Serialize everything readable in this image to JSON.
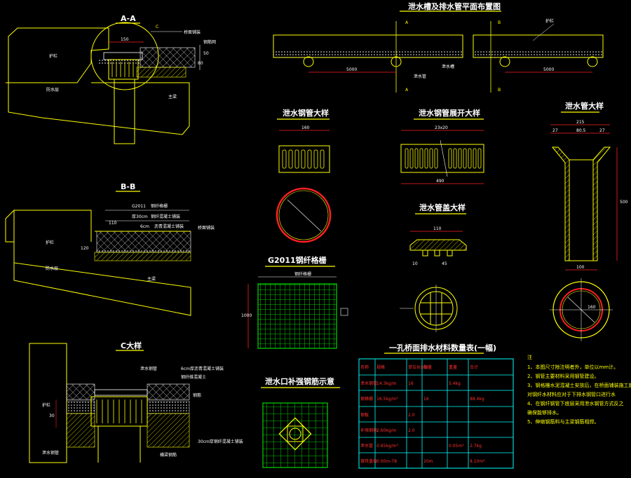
{
  "colors": {
    "background": "#000000",
    "yellow": "#ffff00",
    "cyan": "#00ffff",
    "red": "#ff2020",
    "green": "#00ff00",
    "white": "#ffffff",
    "magenta": "#ff00ff"
  },
  "titles": {
    "section_aa": "A-A",
    "section_bb": "B-B",
    "detail_c": "C大样",
    "plan_view": "泄水槽及排水管平面布置图",
    "steel_pipe_detail": "泄水钢管大样",
    "steel_pipe_unfold": "泄水钢管展开大样",
    "drain_pipe_detail": "泄水管大样",
    "cover_detail": "泄水管盖大样",
    "grid_g2011": "G2011钢纤格栅",
    "inlet_grid": "泄水口补强钢筋示意",
    "quantity_table": "一孔桥面排水材料数量表(一幅)",
    "notes_head": "注"
  },
  "labels": {
    "sidewalk_aa": "护栏",
    "main_girder_aa": "主梁",
    "deck_pave_aa": "桥面铺装",
    "waterproof_aa": "防水层",
    "anchor_aa": "钢筋网",
    "bridge_face_aa": "桥面铺装",
    "c_mark": "C",
    "dim_150": "150",
    "dim_50": "50",
    "dim_80": "80",
    "sidewalk_bb": "护栏",
    "main_girder_bb": "主梁",
    "g2011_bb": "G2011",
    "g2011_note": "钢纤格栅",
    "thick30": "厚30cm",
    "thick30_note": "钢纤混凝土铺装",
    "thick6": "6cm",
    "thick6_note": "沥青混凝土铺装",
    "waterproof_bb": "防水层",
    "bridge_face_bb": "桥面铺装",
    "dim_110": "110",
    "dim_120": "120",
    "sidewalk_c": "护栏",
    "steel_pipe_c": "泄水钢管",
    "asphalt_c": "6cm厚沥青混凝土铺装",
    "concrete_c": "钢纤维混凝土",
    "steel_c": "钢筋",
    "deck_c": "30cm厚钢纤混凝土铺装",
    "drain_c": "泄水钢管",
    "bottom_c": "横梁钢筋",
    "dim_30": "30",
    "plan_a": "A",
    "plan_b": "B",
    "plan_5000_a": "5000",
    "plan_5000_b": "5000",
    "plan_drain": "泄水管",
    "plan_slot": "泄水槽",
    "plan_rail": "护栏",
    "dim_160": "160",
    "dim_23x20": "23x20",
    "dim_490": "490",
    "dim_215": "215",
    "dim_27a": "27",
    "dim_805": "80.5",
    "dim_27b": "27",
    "dim_100": "100",
    "dim_500": "500",
    "dim_110c": "110",
    "dim_10": "10",
    "dim_45": "45",
    "dim_160b": "160",
    "grid_label": "钢纤格栅",
    "grid_dim": "1000",
    "ring_dim": "160"
  },
  "table": {
    "headers": [
      "名称",
      "规格",
      "单位长(m)",
      "数量",
      "重量",
      "合计"
    ],
    "rows": [
      [
        "泄水钢管",
        "14.3kg/m",
        "16",
        "",
        "5.4kg",
        ""
      ],
      [
        "钢格栅",
        "16.5kg/m²",
        "",
        "16",
        "",
        "88.4kg"
      ],
      [
        "钢板",
        "",
        "2.0",
        "",
        "",
        ""
      ],
      [
        "补强钢筋",
        "2.60kg/m",
        "2.0",
        "",
        "",
        ""
      ],
      [
        "泄水管",
        "0.65kg/m³",
        "",
        "",
        "0.05m³",
        "2.7kg"
      ],
      [
        "铸铁盖板",
        "0.00m-78",
        "",
        "20m",
        "",
        "8.10m²"
      ]
    ]
  },
  "notes": [
    "1、本图尺寸除注明者外，单位以mm计。",
    "2、钢管主要材料采用钢管建设。",
    "3、钢格栅水泥混凝土安放后，在桥面铺装施工前",
    "   对钢纤水材料应对于下排水钢管口进行水",
    "4、在钢纤钢管下底层采用泄水钢管方式反之",
    "   确保能够排水。",
    "5、伸缩钢筋料与主梁钢筋相焊。"
  ]
}
